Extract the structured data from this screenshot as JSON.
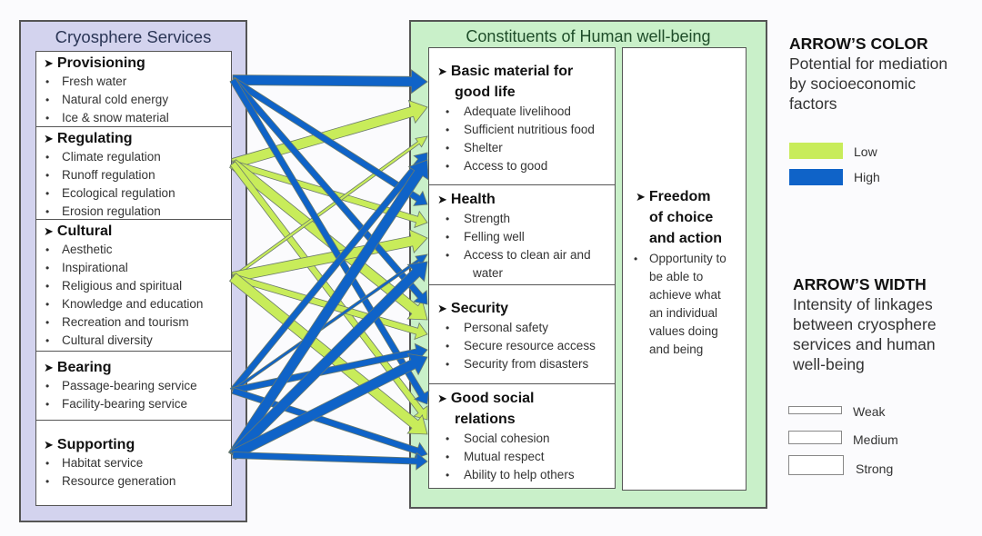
{
  "cryosphere": {
    "title": "Cryosphere Services",
    "categories": [
      {
        "name": "Provisioning",
        "items": [
          "Fresh water",
          "Natural  cold energy",
          "Ice & snow material"
        ]
      },
      {
        "name": "Regulating",
        "items": [
          "Climate regulation",
          "Runoff regulation",
          "Ecological regulation",
          "Erosion regulation"
        ]
      },
      {
        "name": "Cultural",
        "items": [
          "Aesthetic",
          "Inspirational",
          "Religious and spiritual",
          "Knowledge and education",
          "Recreation and tourism",
          "Cultural diversity"
        ]
      },
      {
        "name": "Bearing",
        "items": [
          "Passage-bearing service",
          "Facility-bearing service"
        ]
      },
      {
        "name": "Supporting",
        "items": [
          "Habitat service",
          "Resource generation"
        ]
      }
    ]
  },
  "wellbeing": {
    "title": "Constituents of Human well-being",
    "categories": [
      {
        "name_line1": "Basic material for",
        "name_line2": "good life",
        "items": [
          "Adequate livelihood",
          "Sufficient nutritious  food",
          "Shelter",
          "Access to good"
        ]
      },
      {
        "name_line1": "Health",
        "name_line2": "",
        "items": [
          "Strength",
          "Felling well",
          "Access to clean air and",
          "water"
        ]
      },
      {
        "name_line1": "Security",
        "name_line2": "",
        "items": [
          "Personal safety",
          "Secure resource access",
          "Security from disasters"
        ]
      },
      {
        "name_line1": "Good social",
        "name_line2": "relations",
        "items": [
          "Social cohesion",
          "Mutual respect",
          "Ability to help others"
        ]
      }
    ],
    "freedom": {
      "head_lines": [
        "Freedom",
        "of choice",
        "and action"
      ],
      "desc_lines": [
        "Opportunity to",
        "be able to",
        "achieve what",
        "an individual",
        "values doing",
        "and being"
      ]
    }
  },
  "legend_color": {
    "title": "ARROW’S COLOR",
    "desc_lines": [
      "Potential for mediation",
      "by socioeconomic",
      "factors"
    ],
    "entries": [
      {
        "label": "Low",
        "color": "#c8ec5a"
      },
      {
        "label": "High",
        "color": "#0f63c8"
      }
    ]
  },
  "legend_width": {
    "title": "ARROW’S WIDTH",
    "desc_lines": [
      "Intensity of linkages",
      "between cryosphere",
      "services and human",
      "well-being"
    ],
    "entries": [
      {
        "label": "Weak"
      },
      {
        "label": "Medium"
      },
      {
        "label": "Strong"
      }
    ]
  },
  "links": [
    {
      "from": "Provisioning",
      "to": "Basic material for good life",
      "mediation": "High",
      "intensity": "Strong"
    },
    {
      "from": "Provisioning",
      "to": "Health",
      "mediation": "High",
      "intensity": "Medium"
    },
    {
      "from": "Provisioning",
      "to": "Security",
      "mediation": "High",
      "intensity": "Medium"
    },
    {
      "from": "Provisioning",
      "to": "Good social relations",
      "mediation": "High",
      "intensity": "Medium"
    },
    {
      "from": "Regulating",
      "to": "Basic material for good life",
      "mediation": "Low",
      "intensity": "Strong"
    },
    {
      "from": "Regulating",
      "to": "Health",
      "mediation": "Low",
      "intensity": "Medium"
    },
    {
      "from": "Regulating",
      "to": "Security",
      "mediation": "Low",
      "intensity": "Strong"
    },
    {
      "from": "Regulating",
      "to": "Good social relations",
      "mediation": "Low",
      "intensity": "Medium"
    },
    {
      "from": "Cultural",
      "to": "Basic material for good life",
      "mediation": "Low",
      "intensity": "Weak"
    },
    {
      "from": "Cultural",
      "to": "Health",
      "mediation": "Low",
      "intensity": "Strong"
    },
    {
      "from": "Cultural",
      "to": "Security",
      "mediation": "Low",
      "intensity": "Medium"
    },
    {
      "from": "Cultural",
      "to": "Good social relations",
      "mediation": "Low",
      "intensity": "Strong"
    },
    {
      "from": "Bearing",
      "to": "Basic material for good life",
      "mediation": "High",
      "intensity": "Medium"
    },
    {
      "from": "Bearing",
      "to": "Health",
      "mediation": "High",
      "intensity": "Weak"
    },
    {
      "from": "Bearing",
      "to": "Security",
      "mediation": "High",
      "intensity": "Medium"
    },
    {
      "from": "Bearing",
      "to": "Good social relations",
      "mediation": "High",
      "intensity": "Medium"
    },
    {
      "from": "Supporting",
      "to": "Basic material for good life",
      "mediation": "High",
      "intensity": "Strong"
    },
    {
      "from": "Supporting",
      "to": "Health",
      "mediation": "High",
      "intensity": "Strong"
    },
    {
      "from": "Supporting",
      "to": "Security",
      "mediation": "High",
      "intensity": "Strong"
    },
    {
      "from": "Supporting",
      "to": "Good social relations",
      "mediation": "High",
      "intensity": "Medium"
    }
  ]
}
